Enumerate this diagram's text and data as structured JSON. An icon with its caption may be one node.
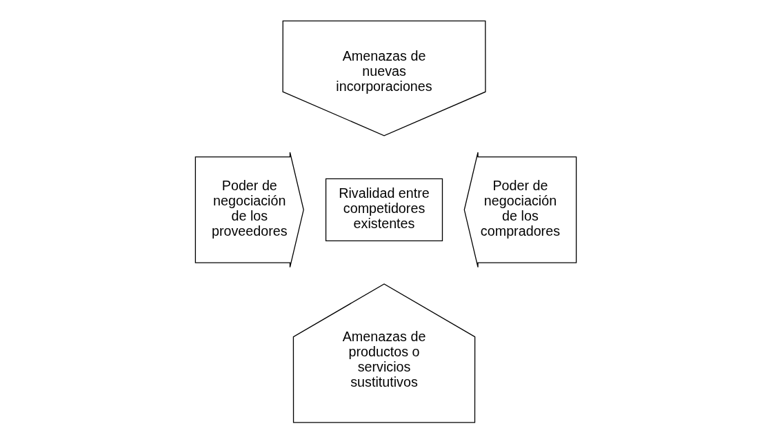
{
  "diagram": {
    "nodes": [
      {
        "text": [
          "Amenazas de nuevas incorporaciones"
        ]
      },
      {
        "text": [
          "Poder de negociación de los proveedores"
        ]
      },
      {
        "text": [
          "Rivalidad entre competidores existentes"
        ]
      },
      {
        "text": [
          "Poder de negociación de los compradores"
        ]
      },
      {
        "text": [
          "Amenazas de productos o servicios sustitutivos"
        ]
      }
    ]
  }
}
